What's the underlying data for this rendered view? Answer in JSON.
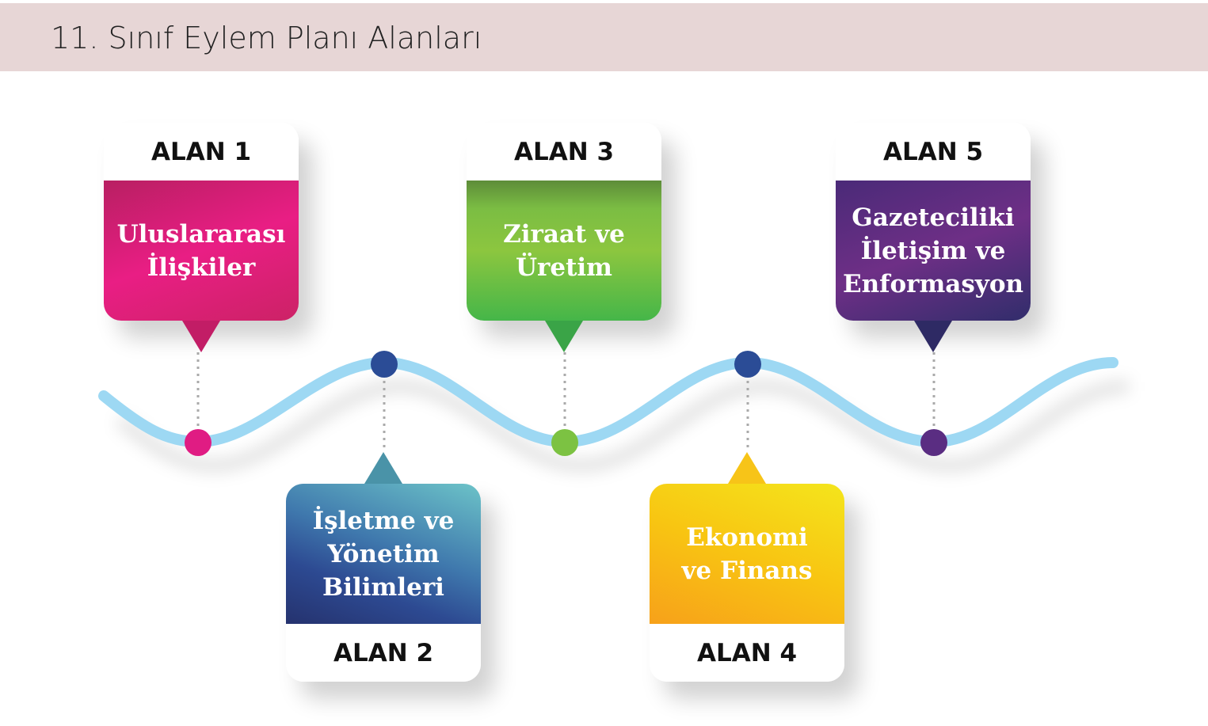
{
  "header": {
    "title": "11. Sınıf Eylem Planı Alanları"
  },
  "colors": {
    "wave": "#9dd8f3",
    "connector": "#aaaaaa"
  },
  "areas": [
    {
      "label": "ALAN 1",
      "lines": [
        "Uluslararası",
        "İlişkiler"
      ],
      "color": "#e01c83"
    },
    {
      "label": "ALAN 2",
      "lines": [
        "İşletme ve",
        "Yönetim",
        "Bilimleri"
      ],
      "color": "#3a6aa8"
    },
    {
      "label": "ALAN 3",
      "lines": [
        "Ziraat ve",
        "Üretim"
      ],
      "color": "#72bb44"
    },
    {
      "label": "ALAN 4",
      "lines": [
        "Ekonomi",
        "ve Finans"
      ],
      "color": "#f5b512"
    },
    {
      "label": "ALAN 5",
      "lines": [
        "Gazeteciliki",
        "İletişim ve",
        "Enformasyon"
      ],
      "color": "#4e2f7a"
    }
  ]
}
